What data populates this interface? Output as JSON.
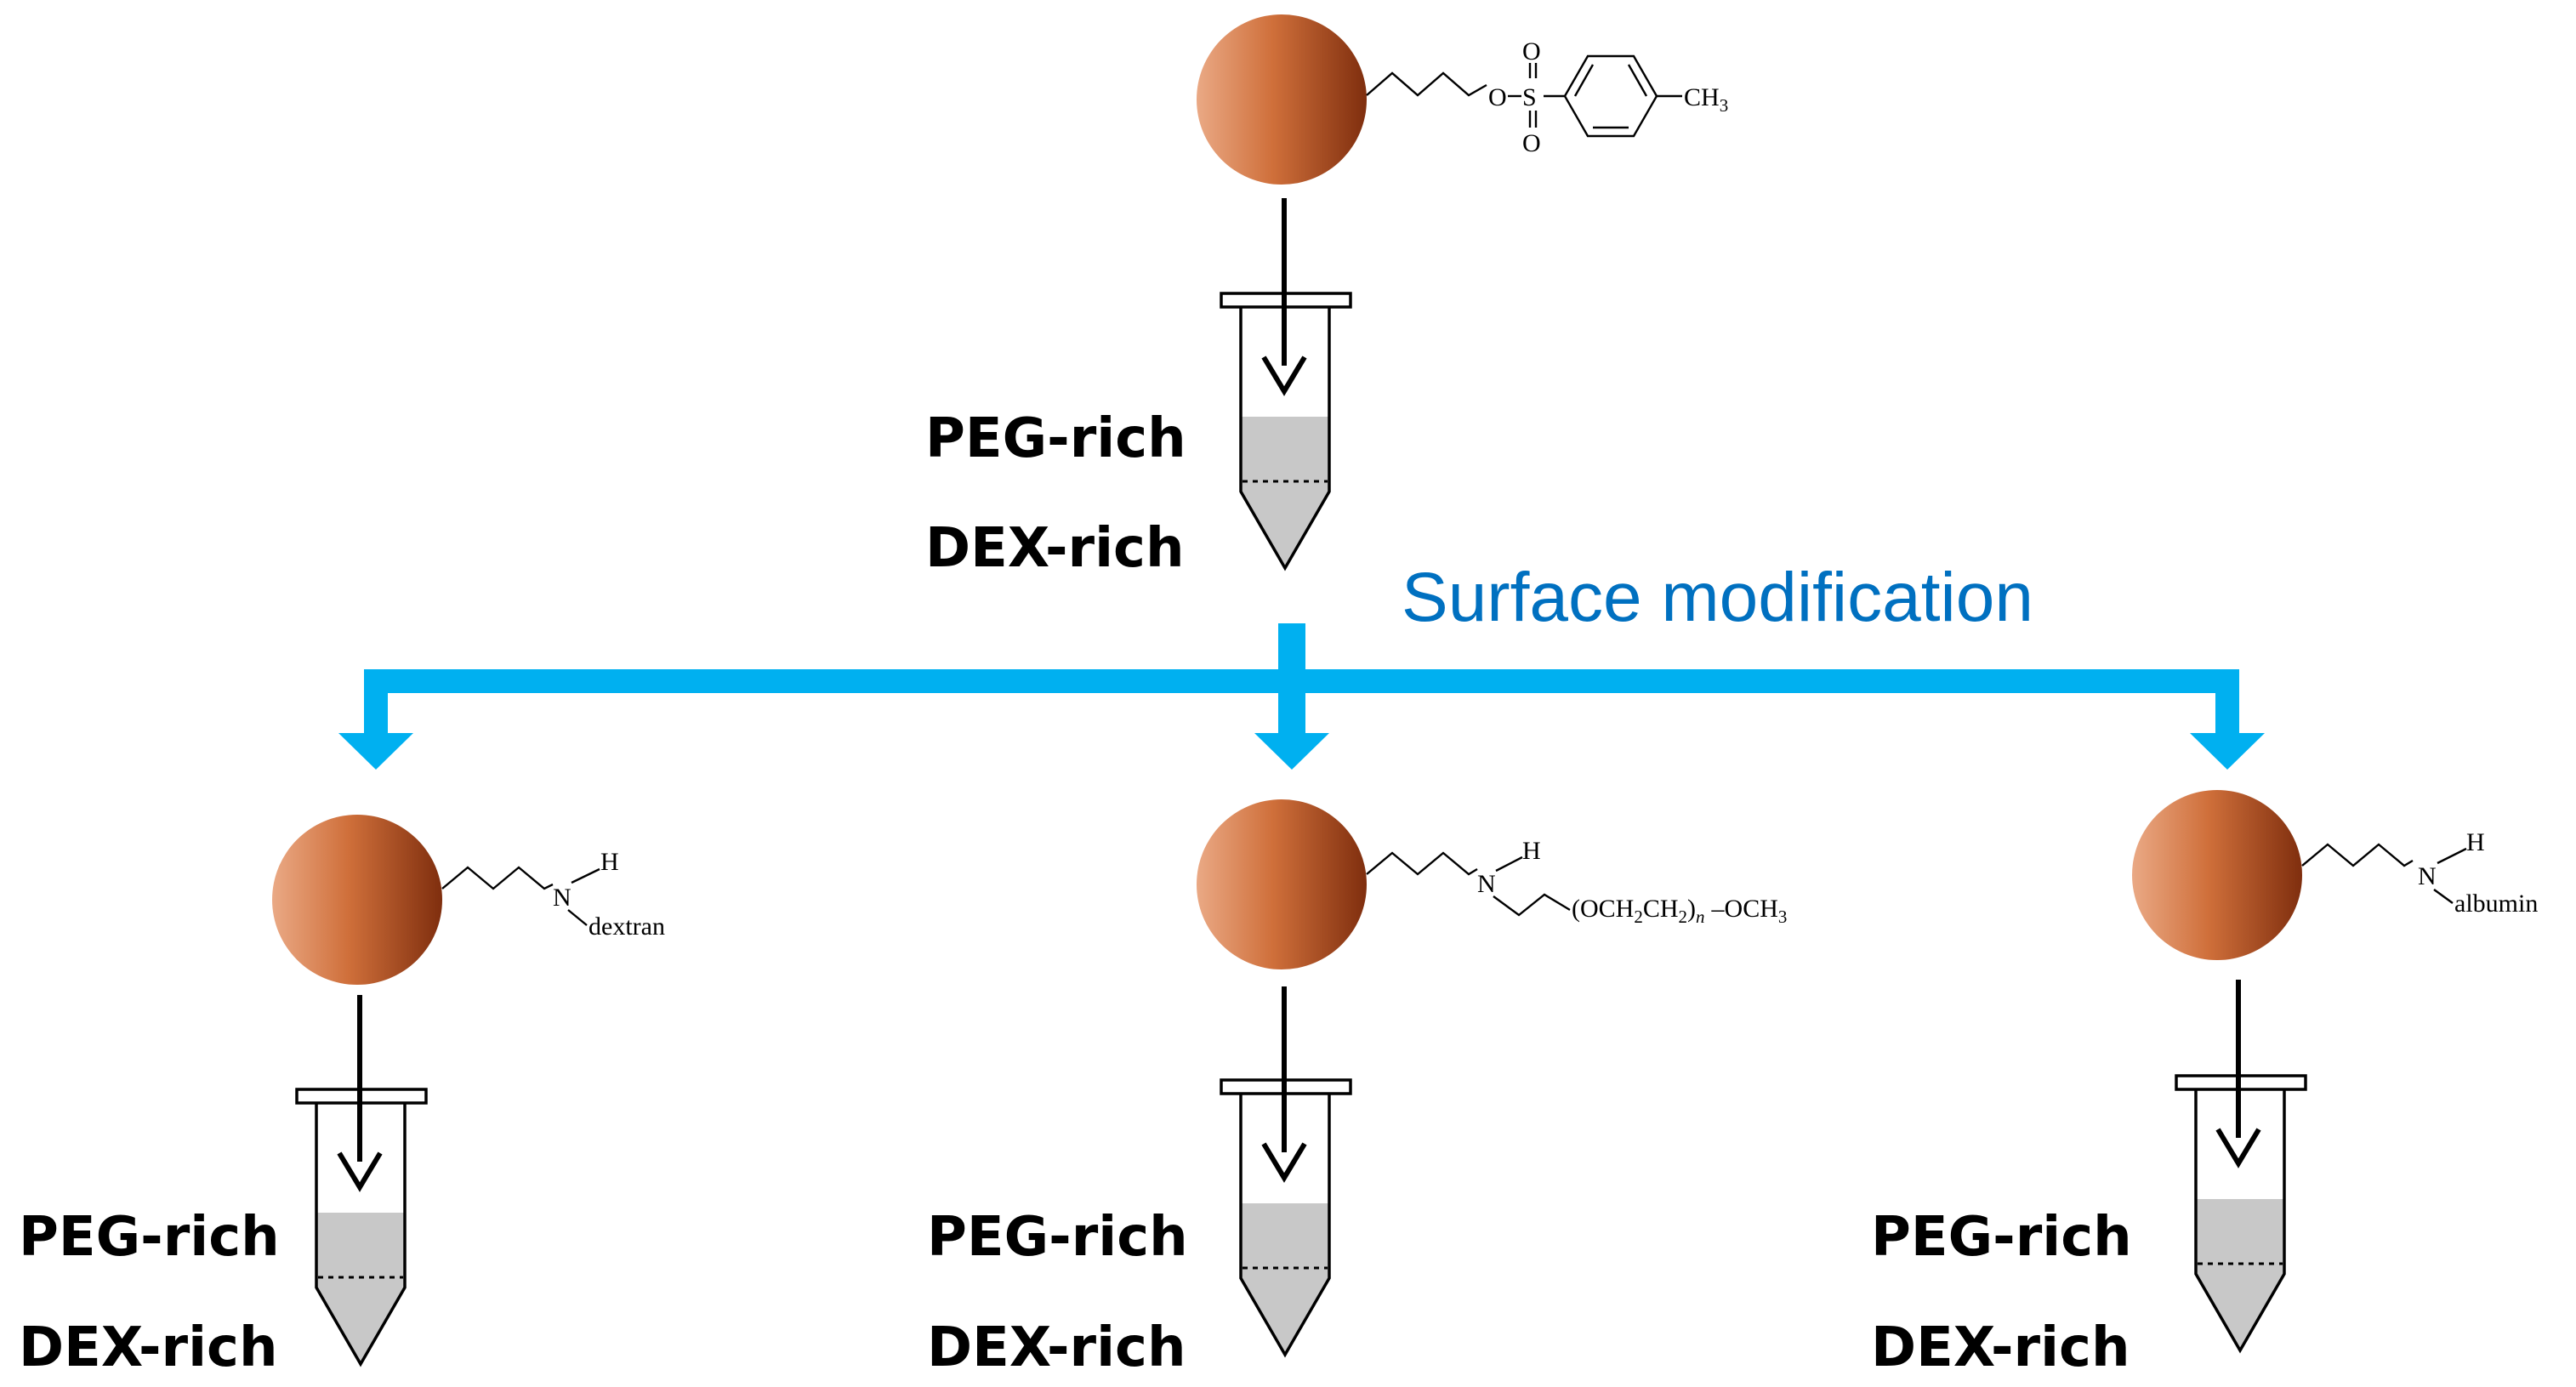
{
  "title": "Surface modification",
  "colors": {
    "arrow_blue": "#00b0f0",
    "title_blue": "#0070c0",
    "particle_light": "#e8a27a",
    "particle_mid": "#c8632e",
    "particle_dark": "#8b3412",
    "liquid_gray": "#c8c8c8"
  },
  "phases": {
    "top": "PEG-rich",
    "bottom": "DEX-rich"
  },
  "start": {
    "group": {
      "O": "O",
      "S": "S",
      "O_top": "O",
      "O_bottom": "O",
      "CH3": "CH",
      "CH3_sub": "3"
    }
  },
  "products": [
    {
      "id": "dextran",
      "H": "H",
      "N": "N",
      "substituent": "dextran"
    },
    {
      "id": "peg",
      "H": "H",
      "N": "N",
      "chain": {
        "open": "(OCH",
        "s1": "2",
        "mid": "CH",
        "s2": "2",
        "close": ")",
        "n": "n",
        "dash": "–OCH",
        "s3": "3"
      }
    },
    {
      "id": "albumin",
      "H": "H",
      "N": "N",
      "substituent": "albumin"
    }
  ]
}
